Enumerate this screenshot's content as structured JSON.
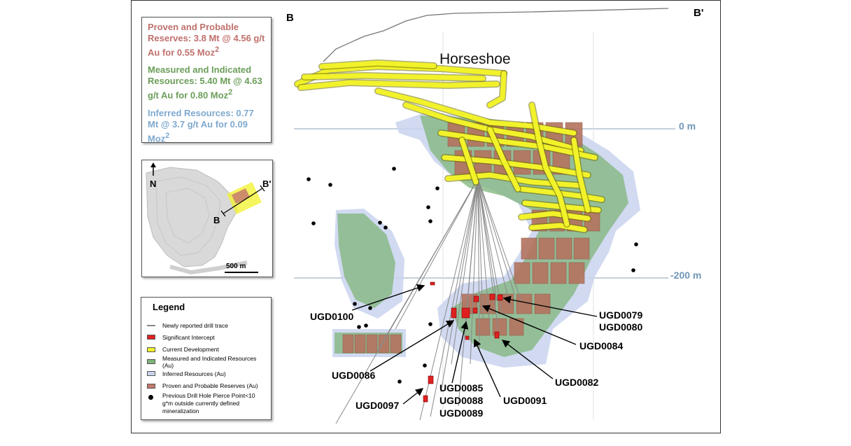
{
  "section": {
    "start_label": "B",
    "end_label": "B'",
    "deposit_name": "Horseshoe",
    "elevations": [
      {
        "label": "0 m",
        "value": 0
      },
      {
        "label": "-200 m",
        "value": -200
      }
    ],
    "drill_holes": [
      {
        "label": "UGD0100"
      },
      {
        "label": "UGD0079"
      },
      {
        "label": "UGD0080"
      },
      {
        "label": "UGD0084"
      },
      {
        "label": "UGD0086"
      },
      {
        "label": "UGD0082"
      },
      {
        "label": "UGD0085"
      },
      {
        "label": "UGD0088"
      },
      {
        "label": "UGD0089"
      },
      {
        "label": "UGD0091"
      },
      {
        "label": "UGD0097"
      }
    ]
  },
  "summary": {
    "reserves": {
      "text": "Proven and Probable Reserves: 3.8 Mt @ 4.56 g/t Au for 0.55 Moz",
      "sup": "2",
      "color": "#c0706c"
    },
    "measured": {
      "text": "Measured and Indicated Resources: 5.40 Mt @ 4.63 g/t Au for 0.80 Moz",
      "sup": "2",
      "color": "#6b9e59"
    },
    "inferred": {
      "text": "Inferred Resources: 0.77 Mt @ 3.7 g/t Au for 0.09 Moz",
      "sup": "2",
      "color": "#7ea9cf"
    }
  },
  "location_map": {
    "north": "N",
    "point_b": "B",
    "point_b_prime": "B'",
    "scale": "500 m"
  },
  "legend": {
    "title": "Legend",
    "items": [
      {
        "label": "Newly reported drill trace",
        "color": "#888888"
      },
      {
        "label": "Significant Intercept",
        "color": "#e02020"
      },
      {
        "label": "Current Development",
        "color": "#f2f22a"
      },
      {
        "label": "Measured and Indicated Resources (Au)",
        "color": "#7fb47a"
      },
      {
        "label": "Inferred Resources (Au)",
        "color": "#c9d4ee"
      },
      {
        "label": "Proven and Probable Reserves (Au)",
        "color": "#c57a6c"
      },
      {
        "label": "Previous Drill Hole Pierce Point<10 g*m outside currently defined mineralization",
        "color": "#000000"
      }
    ]
  }
}
